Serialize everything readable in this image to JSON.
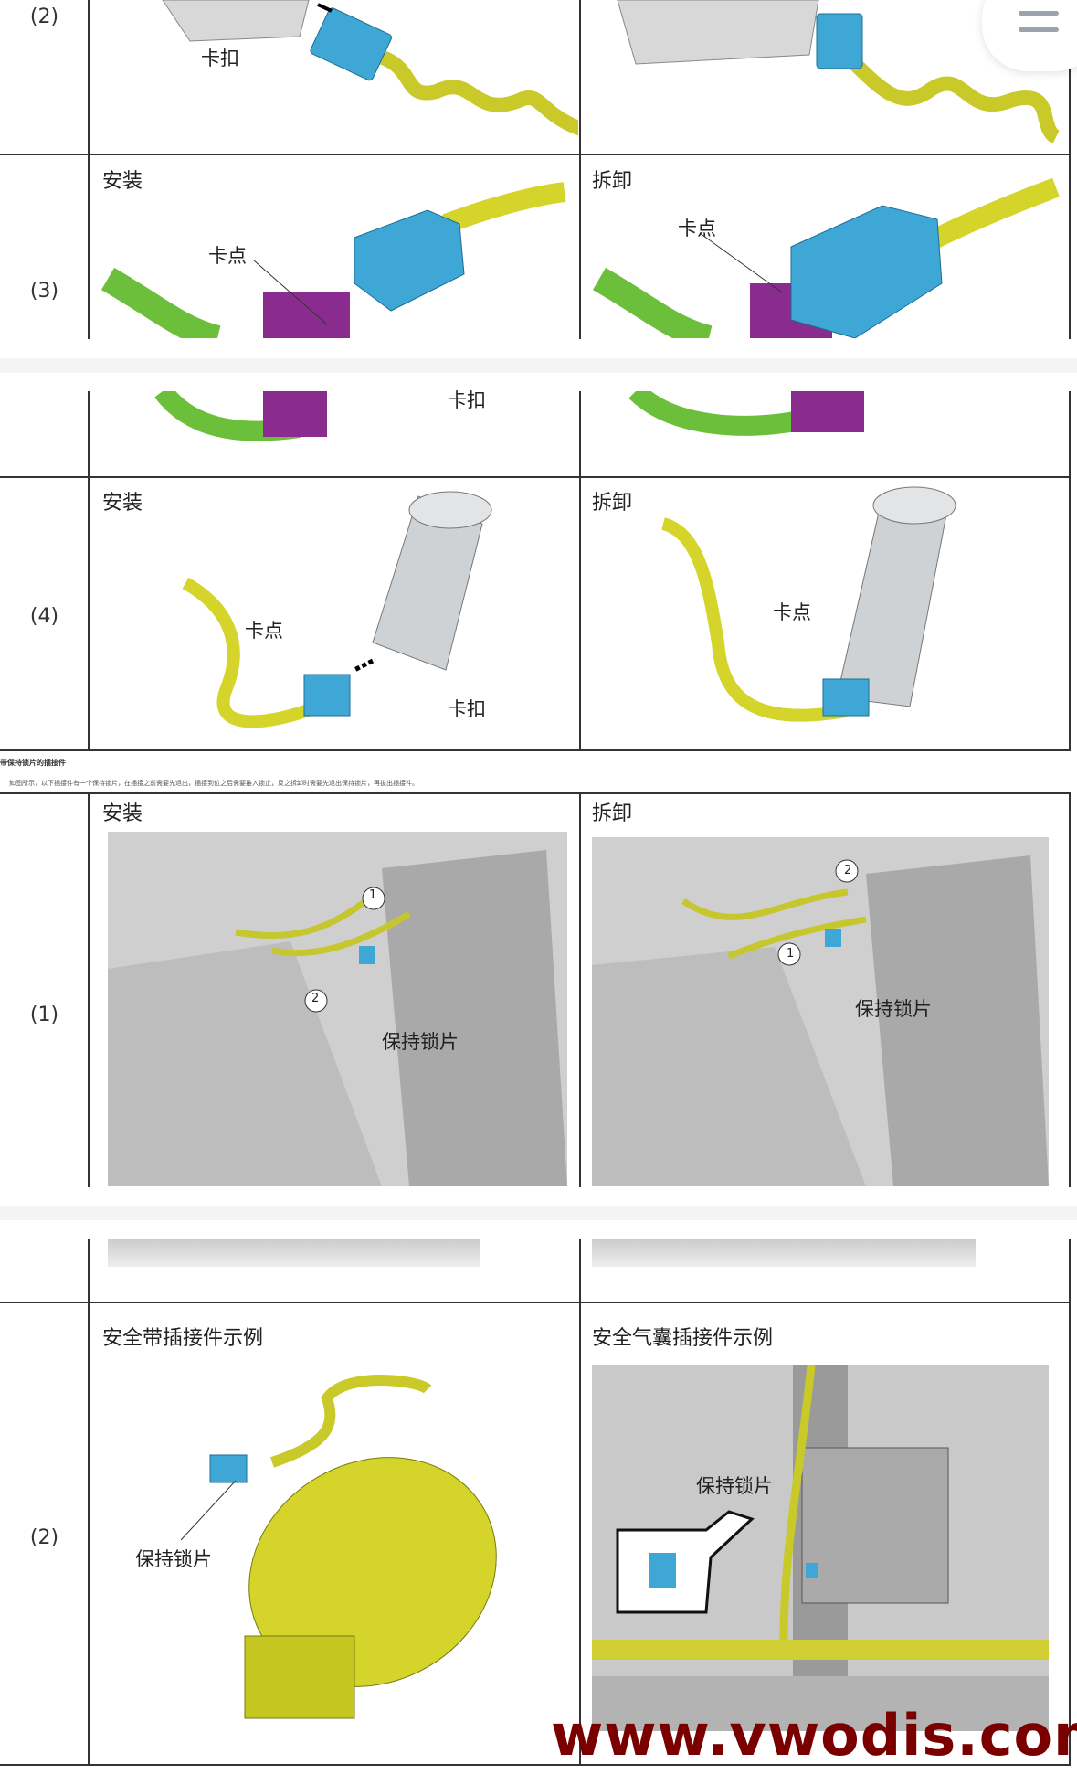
{
  "table1": {
    "rows": [
      {
        "label": "(2)",
        "left": {
          "title": "",
          "callouts": [
            "卡扣"
          ]
        },
        "right": {
          "title": "",
          "callouts": []
        }
      },
      {
        "label": "(3)",
        "left": {
          "title": "安装",
          "callouts": [
            "卡点",
            "卡扣"
          ]
        },
        "right": {
          "title": "拆卸",
          "callouts": [
            "卡点"
          ]
        }
      },
      {
        "label": "(4)",
        "left": {
          "title": "安装",
          "callouts": [
            "卡点",
            "卡扣"
          ]
        },
        "right": {
          "title": "拆卸",
          "callouts": [
            "卡点"
          ]
        }
      }
    ]
  },
  "section": {
    "heading": "带保持锁片的插接件",
    "note": "如图所示，以下插接件有一个保持锁片，在插接之前需要先退出，插接到位之后需要推入锁止，反之拆卸时需要先退出保持锁片，再拔出插接件。"
  },
  "table2": {
    "rows": [
      {
        "label": "(1)",
        "left": {
          "title": "安装",
          "callouts": [
            "保持锁片",
            "1",
            "2"
          ]
        },
        "right": {
          "title": "拆卸",
          "callouts": [
            "保持锁片",
            "1",
            "2"
          ]
        }
      },
      {
        "label": "(2)",
        "left": {
          "title": "安全带插接件示例",
          "callouts": [
            "保持锁片"
          ]
        },
        "right": {
          "title": "安全气囊插接件示例",
          "callouts": [
            "保持锁片"
          ]
        }
      }
    ]
  },
  "watermark": "www.vwodis.com",
  "colors": {
    "connector": "#3fa7d6",
    "harness_yellow": "#d4d42a",
    "harness_green": "#6cbf3a",
    "clip_purple": "#8a2c8f",
    "watermark": "#7a0000"
  }
}
